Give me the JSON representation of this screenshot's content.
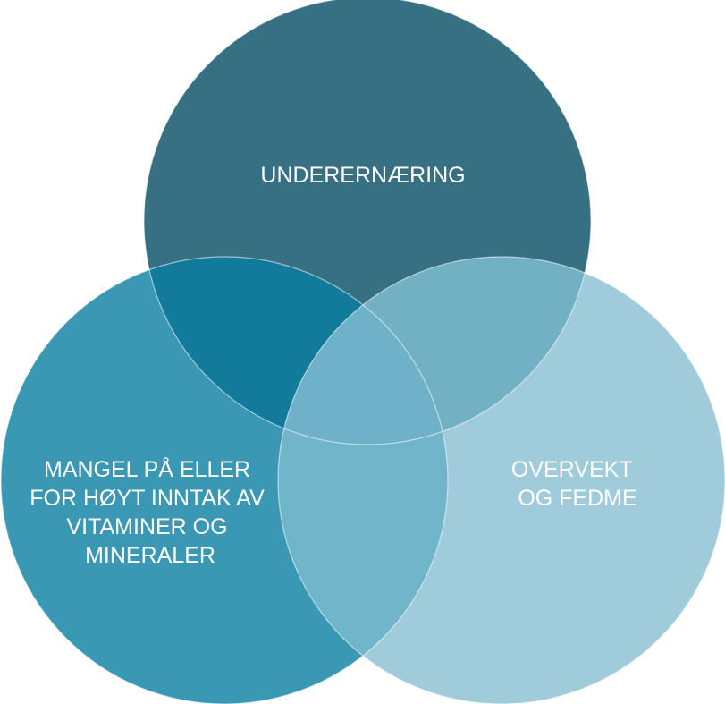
{
  "diagram": {
    "type": "venn",
    "sets": [
      {
        "id": "undererneering",
        "lines": [
          "UNDERERNÆRING"
        ],
        "color": "#376f83"
      },
      {
        "id": "micronutrients",
        "lines": [
          "MANGEL PÅ ELLER",
          "FOR HØYT INNTAK AV",
          "VITAMINER OG",
          "MINERALER"
        ],
        "color": "#3a98b5"
      },
      {
        "id": "overweight",
        "lines": [
          "OVERVEKT",
          "OG FEDME"
        ],
        "color": "#9fcbdb"
      }
    ],
    "overlap_colors": {
      "top_left": "#127a9a",
      "top_right": "#72b0c4",
      "bottom": "#71b5cb",
      "center": "#6fb1c8"
    }
  }
}
